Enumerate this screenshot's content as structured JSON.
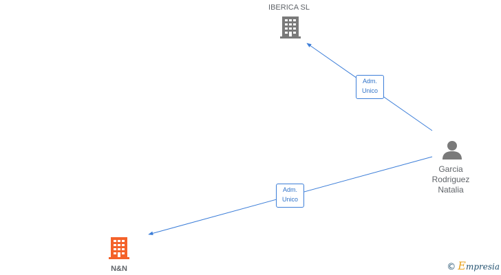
{
  "nodes": {
    "iberica": {
      "label": "IBERICA  SL",
      "color": "#7a7a7a",
      "icon": "building-icon"
    },
    "nn": {
      "label": "N&N",
      "color": "#f4622a",
      "icon": "building-icon"
    },
    "person": {
      "label_lines": [
        "Garcia",
        "Rodriguez",
        "Natalia"
      ],
      "color": "#7a7a7a",
      "icon": "person-icon"
    }
  },
  "edges": [
    {
      "from": "person",
      "to": "iberica",
      "label_lines": [
        "Adm.",
        "Unico"
      ]
    },
    {
      "from": "person",
      "to": "nn",
      "label_lines": [
        "Adm.",
        "Unico"
      ]
    }
  ],
  "edge_color": "#3b7dd8",
  "watermark": {
    "symbol": "©",
    "brand_initial": "E",
    "brand_rest": "mpresia"
  }
}
